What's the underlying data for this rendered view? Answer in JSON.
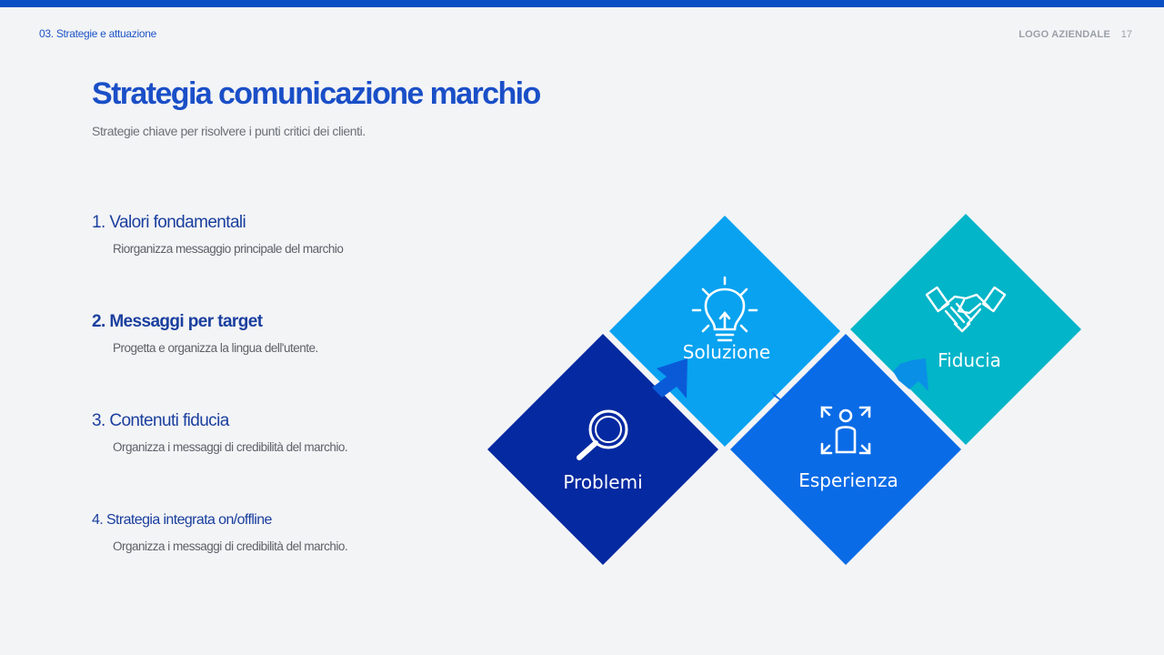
{
  "header": {
    "section": "03. Strategie e attuazione",
    "logo": "LOGO AZIENDALE",
    "page_number": "17"
  },
  "title": "Strategia comunicazione marchio",
  "subtitle": "Strategie chiave per risolvere i punti critici dei clienti.",
  "items": [
    {
      "title": "1. Valori fondamentali",
      "desc": "Riorganizza messaggio principale del marchio"
    },
    {
      "title": "2. Messaggi per target",
      "desc": "Progetta e organizza la lingua dell'utente."
    },
    {
      "title": "3. Contenuti fiducia",
      "desc": "Organizza i messaggi di credibilità del marchio."
    },
    {
      "title": "4. Strategia integrata on/offline",
      "desc": "Organizza i messaggi di credibilità del marchio."
    }
  ],
  "diagram": {
    "steps": [
      {
        "label": "Problemi",
        "icon": "magnifier-icon",
        "color": "#0529a0"
      },
      {
        "label": "Soluzione",
        "icon": "lightbulb-icon",
        "color": "#08a2f0"
      },
      {
        "label": "Esperienza",
        "icon": "person-focus-icon",
        "color": "#0a6be6"
      },
      {
        "label": "Fiducia",
        "icon": "handshake-icon",
        "color": "#03b5c8"
      }
    ]
  }
}
